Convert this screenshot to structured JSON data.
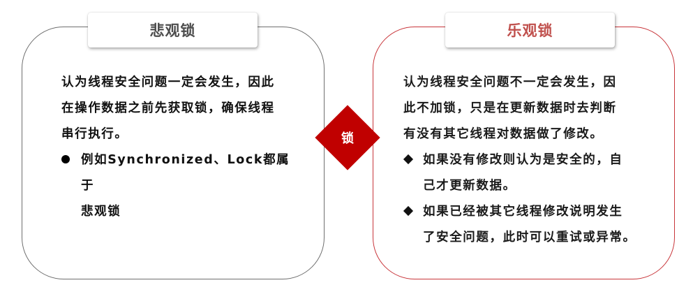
{
  "center": {
    "label": "锁",
    "color": "#c00000"
  },
  "pessimistic": {
    "title": "悲观锁",
    "title_color": "#4d4d4d",
    "border_color": "#6e6e6e",
    "description": [
      "认为线程安全问题一定会发生，因此",
      "在操作数据之前先获取锁，确保线程",
      "串行执行。"
    ],
    "bullets": [
      {
        "marker": "circle",
        "lines": [
          "例如Synchronized、Lock都属于",
          "悲观锁"
        ]
      }
    ]
  },
  "optimistic": {
    "title": "乐观锁",
    "title_color": "#c0504d",
    "border_color": "#c8353a",
    "description": [
      "认为线程安全问题不一定会发生，因",
      "此不加锁，只是在更新数据时去判断",
      "有没有其它线程对数据做了修改。"
    ],
    "bullets": [
      {
        "marker": "diamond",
        "lines": [
          "如果没有修改则认为是安全的，自",
          "己才更新数据。"
        ]
      },
      {
        "marker": "diamond",
        "lines": [
          "如果已经被其它线程修改说明发生",
          "了安全问题，此时可以重试或异常。"
        ]
      }
    ]
  }
}
